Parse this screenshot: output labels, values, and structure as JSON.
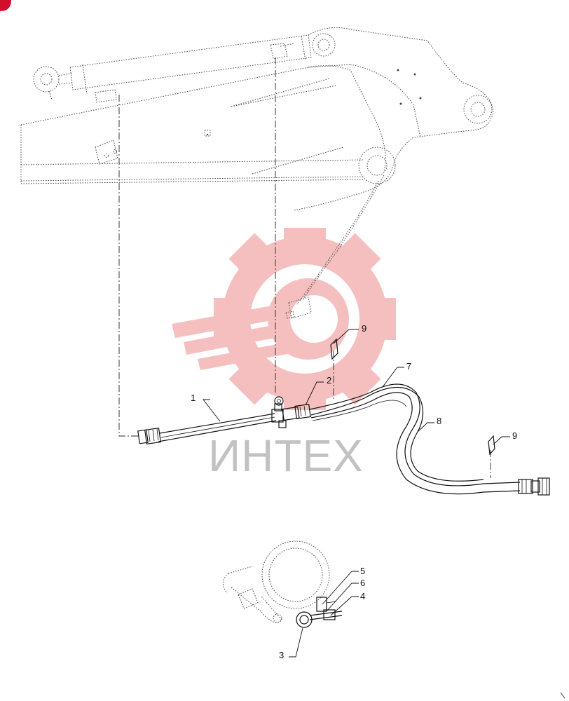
{
  "watermark": {
    "text": "ИНТЕХ",
    "logo_color": "#f08c8c",
    "text_color": "#b8b8b8"
  },
  "badge_color": "#d0102a",
  "callouts": {
    "c1": "1",
    "c2": "2",
    "c3": "3",
    "c4": "4",
    "c5": "5",
    "c6": "6",
    "c7": "7",
    "c8": "8",
    "c9a": "9",
    "c9b": "9"
  }
}
